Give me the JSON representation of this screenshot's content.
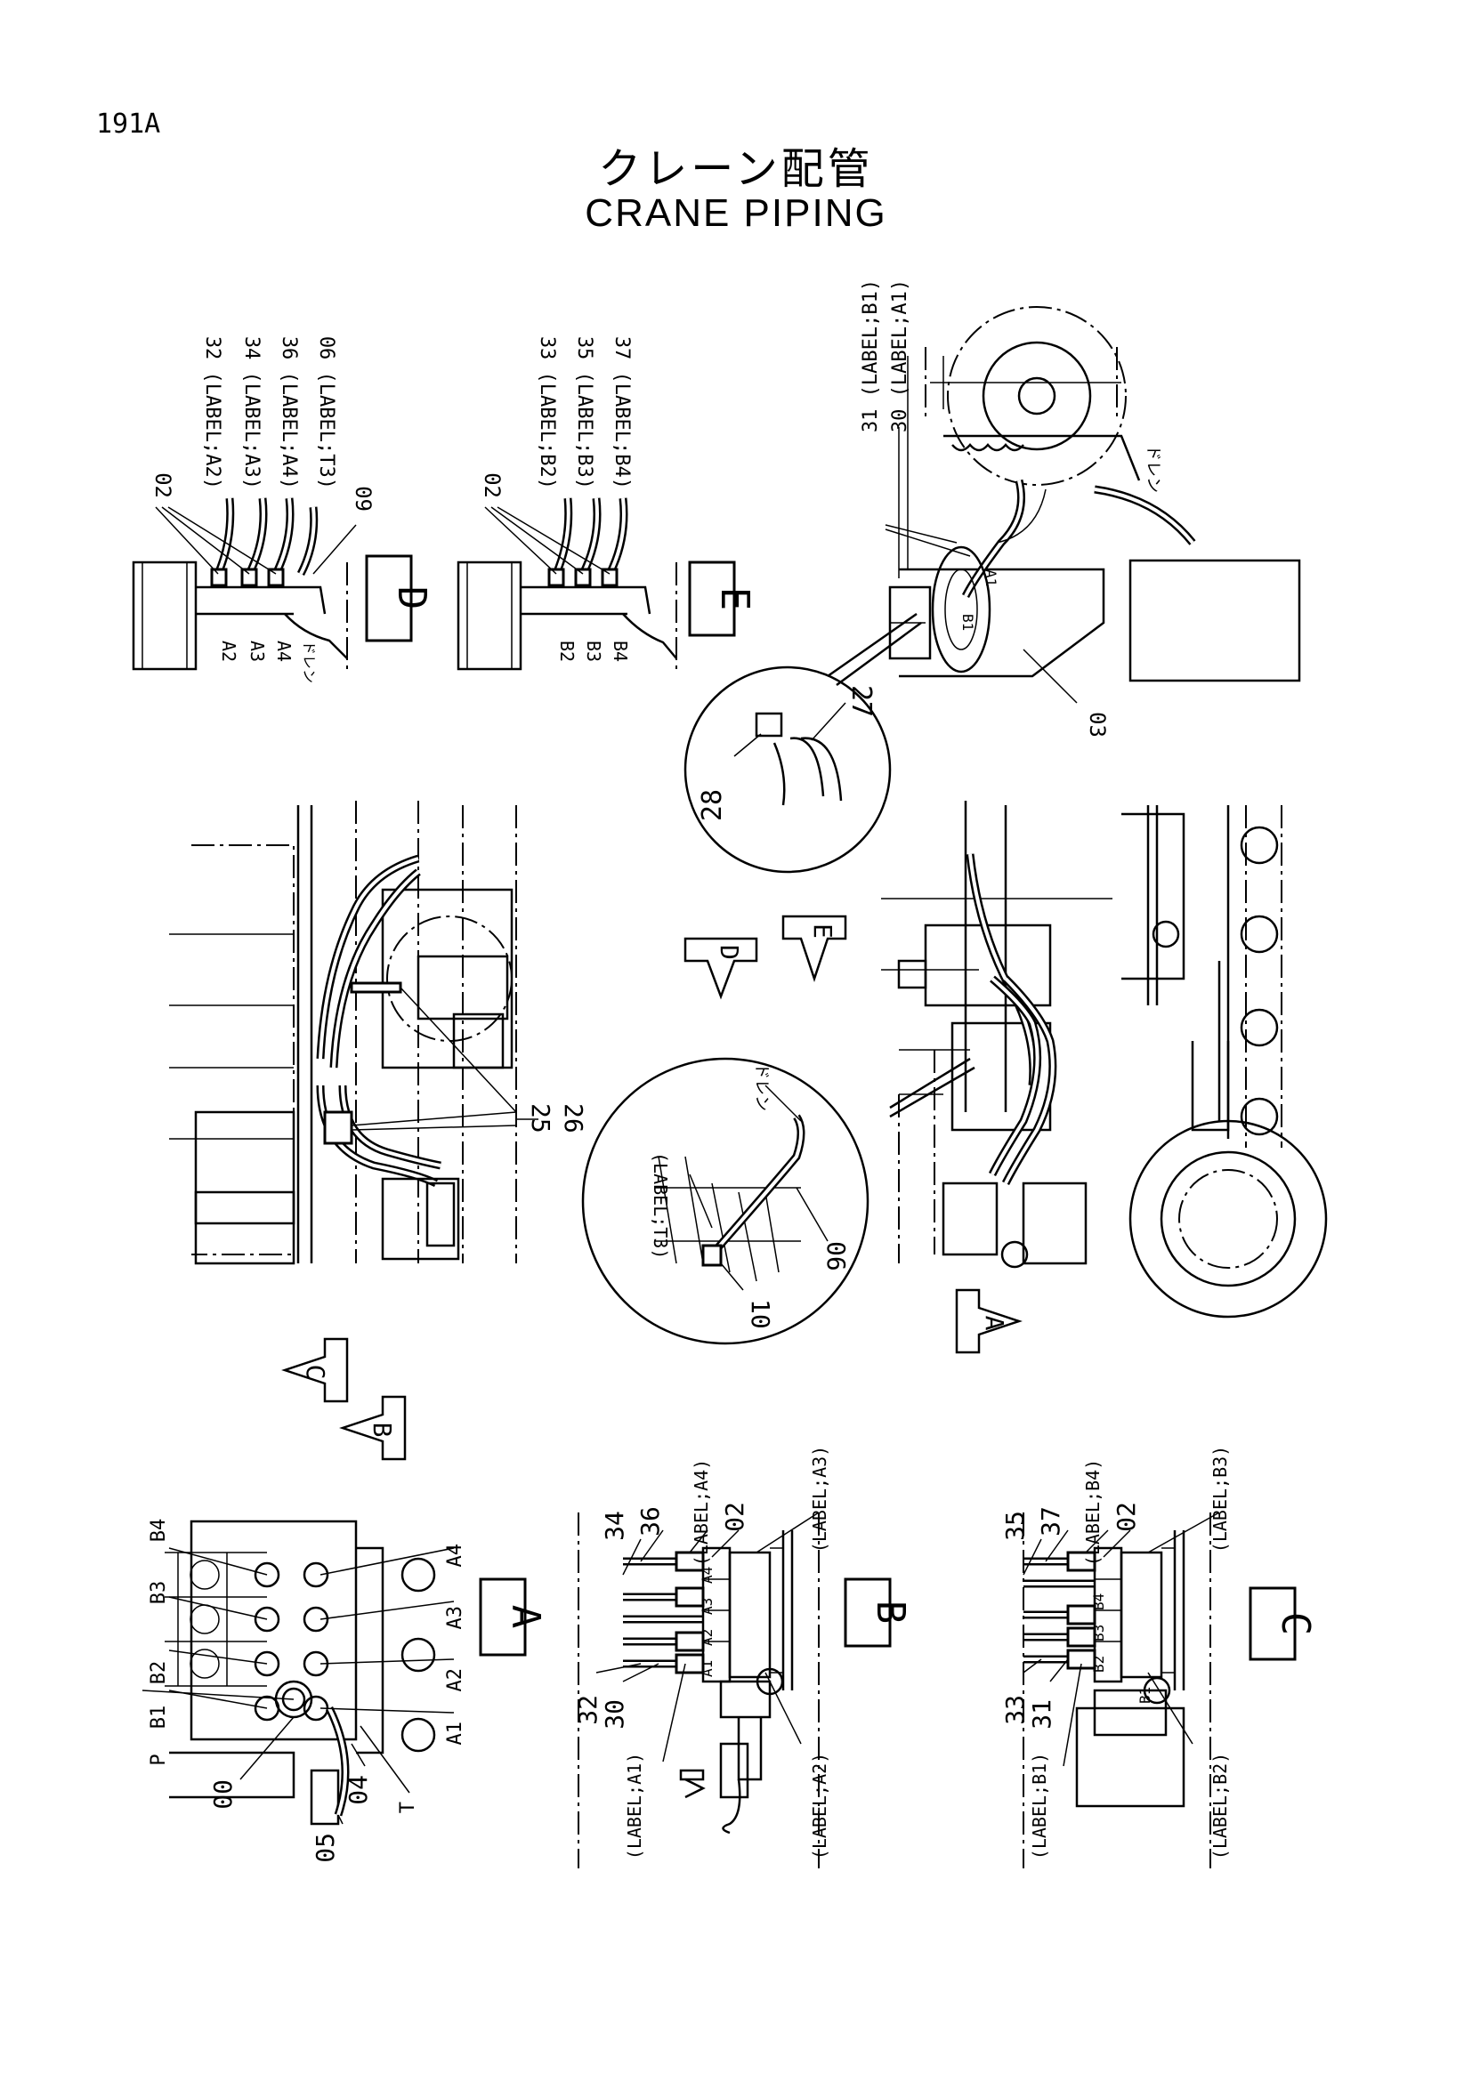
{
  "page_number": "191A",
  "title_jp": "クレーン配管",
  "title_en": "CRANE PIPING",
  "views": {
    "D": {
      "label": "D",
      "callouts": [
        "02",
        "32 (LABEL;A2)",
        "34 (LABEL;A3)",
        "36 (LABEL;A4)",
        "06 (LABEL;T3)",
        "09"
      ],
      "ports": [
        "A2",
        "A3",
        "A4",
        "ドレン"
      ]
    },
    "E": {
      "label": "E",
      "callouts": [
        "02",
        "33 (LABEL;B2)",
        "35 (LABEL;B3)",
        "37 (LABEL;B4)"
      ],
      "ports": [
        "B2",
        "B3",
        "B4"
      ]
    },
    "top_right": {
      "callouts": [
        "31 (LABEL;B1)",
        "30 (LABEL;A1)",
        "ドレン",
        "A1",
        "B1",
        "03",
        "27",
        "28"
      ]
    },
    "middle_left": {
      "callouts": [
        "25",
        "26"
      ]
    },
    "middle_center": {
      "callouts": [
        "(LABEL;T3)",
        "ドレン",
        "06",
        "10"
      ]
    },
    "arrows": [
      "D",
      "E",
      "C",
      "B",
      "A"
    ],
    "A": {
      "label": "A",
      "callouts": [
        "B4",
        "B3",
        "B2",
        "P",
        "B1",
        "00",
        "05",
        "04",
        "T",
        "A1",
        "A2",
        "A3",
        "A4"
      ]
    },
    "B": {
      "label": "B",
      "callouts": [
        "34",
        "36",
        "(LABEL;A4)",
        "02",
        "(LABEL;A3)",
        "32",
        "30",
        "(LABEL;A1)",
        "(LABEL;A2)",
        "A1",
        "A2",
        "A3",
        "A4"
      ]
    },
    "C": {
      "label": "C",
      "callouts": [
        "35",
        "37",
        "(LABEL;B4)",
        "02",
        "(LABEL;B3)",
        "33",
        "31",
        "(LABEL;B1)",
        "(LABEL;B2)",
        "B1",
        "B2",
        "B3",
        "B4"
      ]
    }
  }
}
